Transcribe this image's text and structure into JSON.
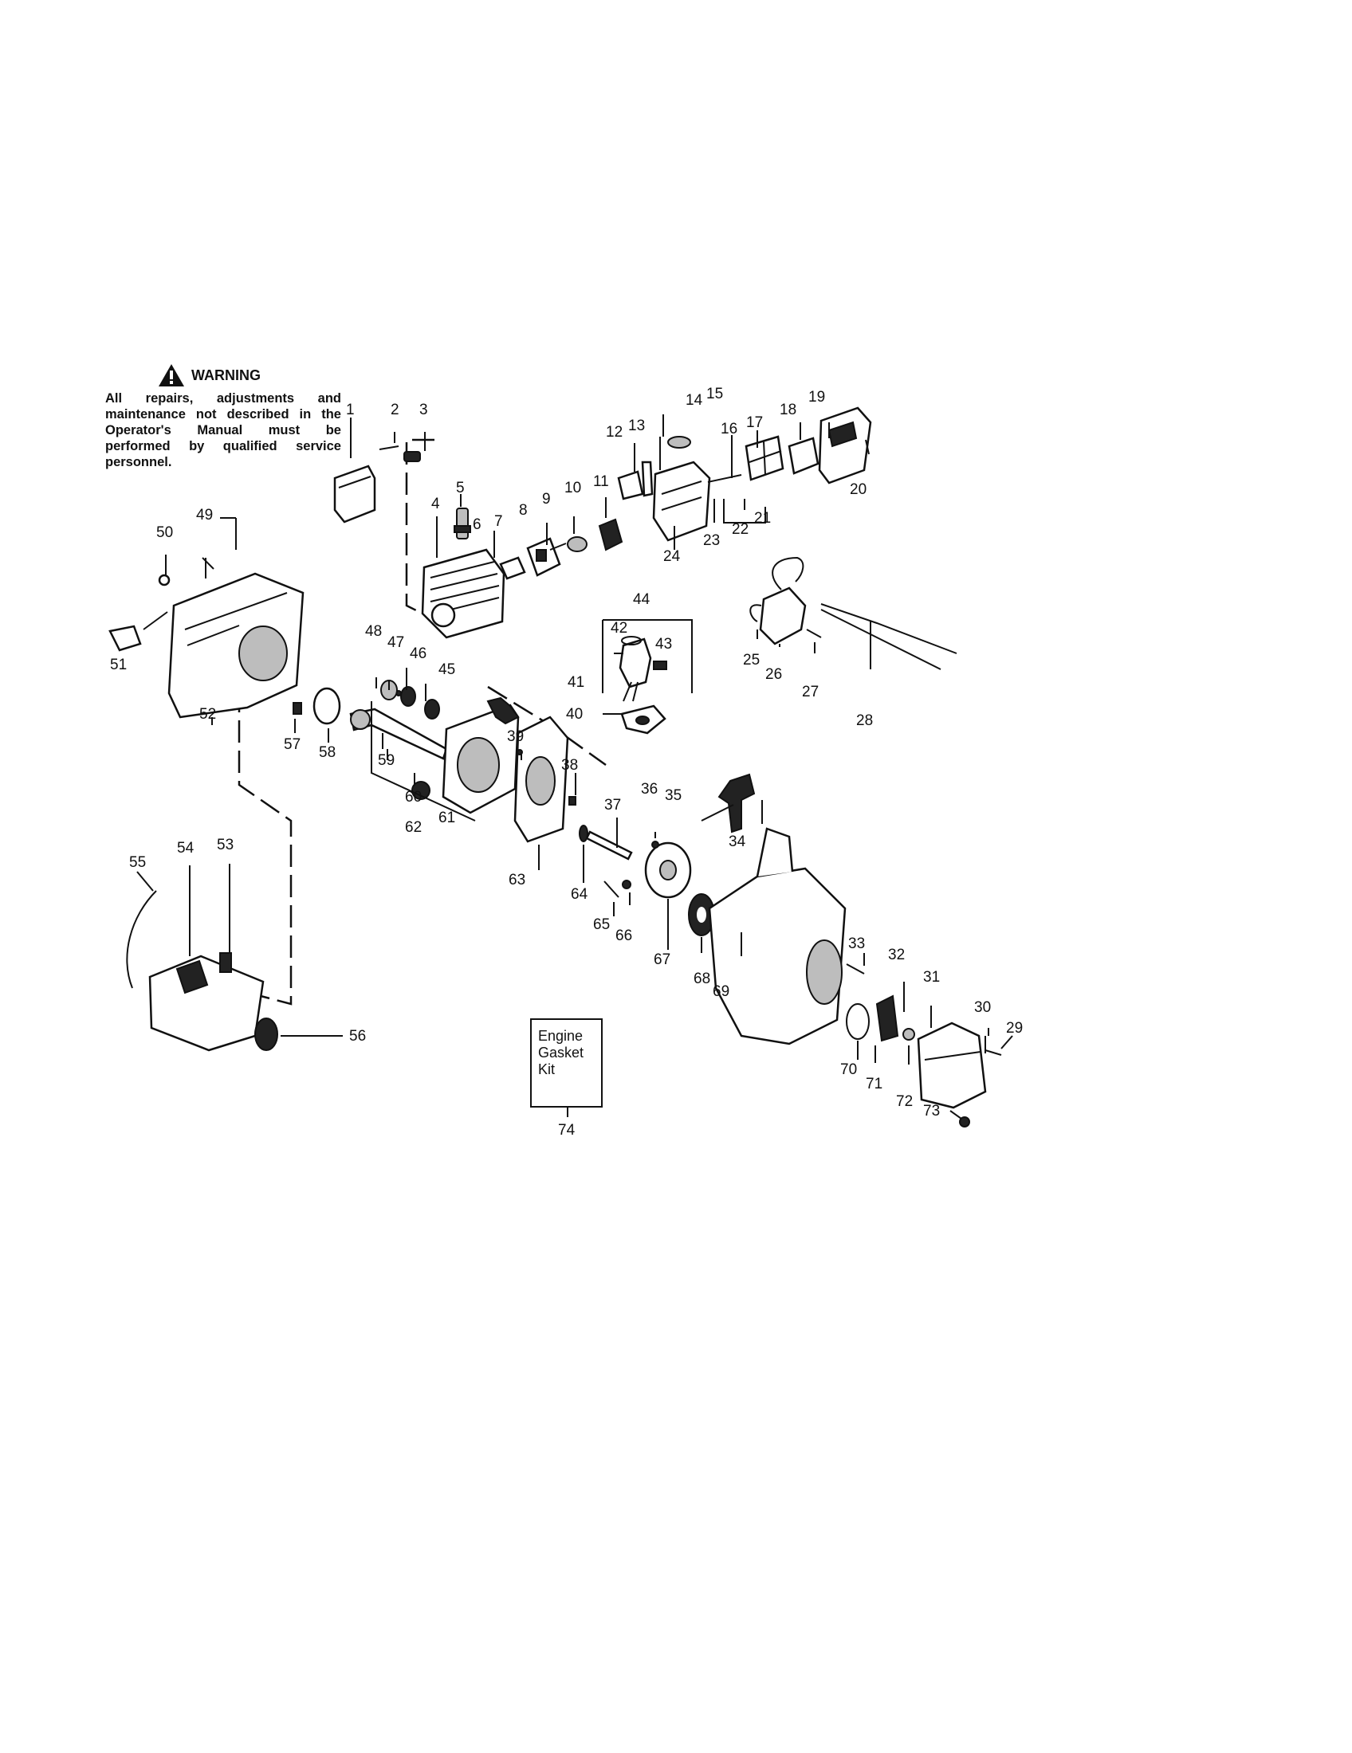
{
  "warning": {
    "title": "WARNING",
    "text": "All repairs, adjustments and maintenance not described in the Operator's Manual must be performed by qualified service personnel."
  },
  "kit": {
    "line1": "Engine",
    "line2": "Gasket",
    "line3": "Kit"
  },
  "callouts": [
    {
      "label": "1"
    },
    {
      "label": "2"
    },
    {
      "label": "3"
    },
    {
      "label": "4"
    },
    {
      "label": "5"
    },
    {
      "label": "6"
    },
    {
      "label": "7"
    },
    {
      "label": "8"
    },
    {
      "label": "9"
    },
    {
      "label": "10"
    },
    {
      "label": "11"
    },
    {
      "label": "12"
    },
    {
      "label": "13"
    },
    {
      "label": "14"
    },
    {
      "label": "15"
    },
    {
      "label": "16"
    },
    {
      "label": "17"
    },
    {
      "label": "18"
    },
    {
      "label": "19"
    },
    {
      "label": "20"
    },
    {
      "label": "21"
    },
    {
      "label": "22"
    },
    {
      "label": "23"
    },
    {
      "label": "24"
    },
    {
      "label": "25"
    },
    {
      "label": "26"
    },
    {
      "label": "27"
    },
    {
      "label": "28"
    },
    {
      "label": "29"
    },
    {
      "label": "30"
    },
    {
      "label": "31"
    },
    {
      "label": "32"
    },
    {
      "label": "33"
    },
    {
      "label": "34"
    },
    {
      "label": "35"
    },
    {
      "label": "36"
    },
    {
      "label": "37"
    },
    {
      "label": "38"
    },
    {
      "label": "39"
    },
    {
      "label": "40"
    },
    {
      "label": "41"
    },
    {
      "label": "42"
    },
    {
      "label": "43"
    },
    {
      "label": "44"
    },
    {
      "label": "45"
    },
    {
      "label": "46"
    },
    {
      "label": "47"
    },
    {
      "label": "48"
    },
    {
      "label": "49"
    },
    {
      "label": "50"
    },
    {
      "label": "51"
    },
    {
      "label": "52"
    },
    {
      "label": "53"
    },
    {
      "label": "54"
    },
    {
      "label": "55"
    },
    {
      "label": "56"
    },
    {
      "label": "57"
    },
    {
      "label": "58"
    },
    {
      "label": "59"
    },
    {
      "label": "60"
    },
    {
      "label": "61"
    },
    {
      "label": "62"
    },
    {
      "label": "63"
    },
    {
      "label": "64"
    },
    {
      "label": "65"
    },
    {
      "label": "66"
    },
    {
      "label": "67"
    },
    {
      "label": "68"
    },
    {
      "label": "69"
    },
    {
      "label": "70"
    },
    {
      "label": "71"
    },
    {
      "label": "72"
    },
    {
      "label": "73"
    },
    {
      "label": "74"
    }
  ],
  "icons": {
    "warning": "warning-triangle-icon"
  }
}
